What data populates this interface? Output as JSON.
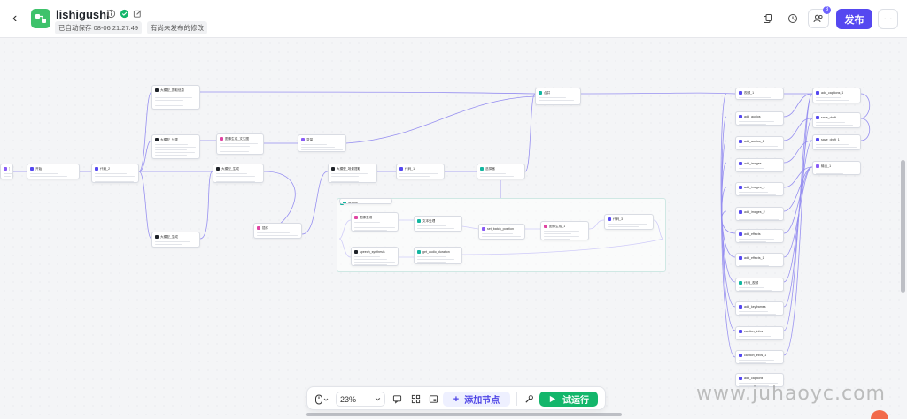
{
  "header": {
    "back_glyph": "‹",
    "title": "lishigushi",
    "autosave": "已自动保存 08-06 21:27:49",
    "unpublished": "有尚未发布的修改",
    "publish_label": "发布",
    "collab_badge": "3",
    "more_glyph": "···",
    "icons": [
      "info-icon",
      "verified-icon",
      "edit-icon",
      "copy-icon",
      "history-icon",
      "collaborators-icon"
    ]
  },
  "toolbar": {
    "zoom": "23%",
    "add_node_label": "添加节点",
    "add_node_glyph": "+",
    "run_label": "试运行",
    "icons": [
      "mouse-icon",
      "comment-icon",
      "grid-icon",
      "minimap-icon",
      "wrench-icon",
      "play-icon"
    ]
  },
  "colors": {
    "brand": "#5548f0",
    "run": "#13b66b",
    "logo": "#3ec26b",
    "wire": "#8d85f0"
  },
  "nodes": [
    {
      "id": "n0",
      "title": "开始",
      "color": "#5548f0"
    },
    {
      "id": "n1",
      "title": "大模型_提取信息",
      "color": "#1f2329"
    },
    {
      "id": "n2",
      "title": "大模型_分类",
      "color": "#1f2329"
    },
    {
      "id": "n3",
      "title": "大模型_生成",
      "color": "#1f2329"
    },
    {
      "id": "n4",
      "title": "图像生成_文生图",
      "color": "#e045a3"
    },
    {
      "id": "n5",
      "title": "变量",
      "color": "#8a5cf6"
    },
    {
      "id": "n6",
      "title": "大模型_生成",
      "color": "#1f2329"
    },
    {
      "id": "n7",
      "title": "插件",
      "color": "#e045a3"
    },
    {
      "id": "n8",
      "title": "大模型_场景提取",
      "color": "#1f2329"
    },
    {
      "id": "n9",
      "title": "代码_1",
      "color": "#5548f0"
    },
    {
      "id": "n10",
      "title": "选择器",
      "color": "#13b6a0"
    },
    {
      "id": "n11",
      "title": "合并",
      "color": "#13b6a0"
    },
    {
      "id": "n12",
      "title": "代码_2",
      "color": "#5548f0"
    },
    {
      "id": "n13",
      "title": "变量_1",
      "color": "#8a5cf6"
    },
    {
      "id": "n14",
      "title": "批处理",
      "color": "#13b6a0"
    },
    {
      "id": "n15",
      "title": "图像生成",
      "color": "#e045a3"
    },
    {
      "id": "n16",
      "title": "文本处理",
      "color": "#13b6a0"
    },
    {
      "id": "n17",
      "title": "set_batch_position",
      "color": "#8a5cf6"
    },
    {
      "id": "n18",
      "title": "图像生成_1",
      "color": "#e045a3"
    },
    {
      "id": "n19",
      "title": "代码_3",
      "color": "#5548f0"
    },
    {
      "id": "n20",
      "title": "speech_synthesis",
      "color": "#1f2329"
    },
    {
      "id": "n21",
      "title": "get_audio_duration",
      "color": "#13b6a0"
    },
    {
      "id": "n22",
      "title": "视频_1",
      "color": "#5548f0"
    },
    {
      "id": "n23",
      "title": "add_audios",
      "color": "#5548f0"
    },
    {
      "id": "n24",
      "title": "add_audios_1",
      "color": "#5548f0"
    },
    {
      "id": "n25",
      "title": "add_images",
      "color": "#5548f0"
    },
    {
      "id": "n26",
      "title": "add_images_1",
      "color": "#5548f0"
    },
    {
      "id": "n27",
      "title": "add_images_2",
      "color": "#5548f0"
    },
    {
      "id": "n28",
      "title": "add_effects",
      "color": "#5548f0"
    },
    {
      "id": "n29",
      "title": "add_effects_1",
      "color": "#5548f0"
    },
    {
      "id": "n30",
      "title": "代码_视频",
      "color": "#13b6a0"
    },
    {
      "id": "n31",
      "title": "add_keyframes",
      "color": "#5548f0"
    },
    {
      "id": "n32",
      "title": "caption_infos",
      "color": "#5548f0"
    },
    {
      "id": "n33",
      "title": "caption_infos_1",
      "color": "#5548f0"
    },
    {
      "id": "n34",
      "title": "add_captions",
      "color": "#5548f0"
    },
    {
      "id": "n35",
      "title": "add_captions_1",
      "color": "#5548f0"
    },
    {
      "id": "n36",
      "title": "save_draft",
      "color": "#5548f0"
    },
    {
      "id": "n37",
      "title": "save_draft_1",
      "color": "#5548f0"
    },
    {
      "id": "n38",
      "title": "输出_1",
      "color": "#8a5cf6"
    },
    {
      "id": "n39",
      "title": "结束",
      "color": "#5548f0"
    }
  ],
  "group": {
    "title": "批处理体",
    "color": "#13b6a0"
  },
  "watermark": "www.juhaoyc.com"
}
